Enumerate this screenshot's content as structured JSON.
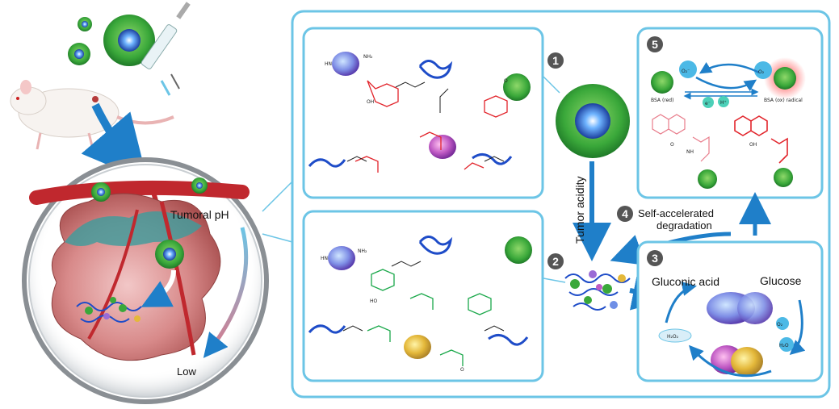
{
  "labels": {
    "tumoral_ph": "Tumoral pH",
    "low": "Low",
    "tumor_acidity": "Tumor acidity",
    "self_accel_1": "Self-accelerated",
    "self_accel_2": "degradation",
    "gluconic_acid": "Gluconic acid",
    "glucose": "Glucose",
    "h2o2": "H₂O₂",
    "o2": "O₂",
    "h2o": "H₂O",
    "o2_radical": "O₂⁻",
    "o2_top": "O₂",
    "electron": "e⁻",
    "proton": "H⁺",
    "bsa_left": "BSA (red)",
    "bsa_right": "BSA (ox) radical",
    "nh2": "NH₂",
    "hn": "HN",
    "oh": "OH",
    "o": "O",
    "nh": "NH",
    "ho": "HO"
  },
  "steps": [
    "1",
    "2",
    "3",
    "4",
    "5"
  ],
  "colors": {
    "panel_border": "#6cc5e6",
    "arrow": "#1f7fc9",
    "red_chem": "#e2242b",
    "green_chem": "#1aa84a",
    "np_green": "#3aa83a",
    "step_circle": "#555555"
  }
}
